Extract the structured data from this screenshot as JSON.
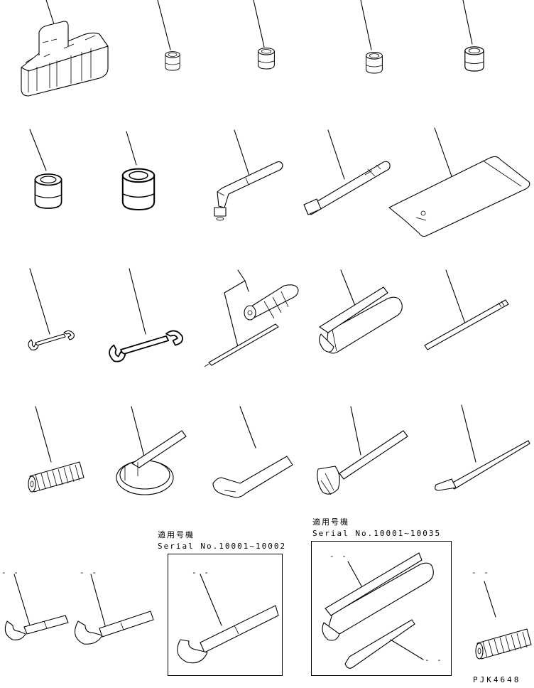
{
  "notes": {
    "applicable_title": "適用号機",
    "serial_a": "Serial No.10001~10002",
    "serial_b": "Serial No.10001~10035"
  },
  "callouts": {
    "c1": "- -",
    "c2": "- -",
    "c3": "- -",
    "c4": "- -",
    "c5": "- -",
    "c6": "- -"
  },
  "drawing_code": "PJK4648"
}
